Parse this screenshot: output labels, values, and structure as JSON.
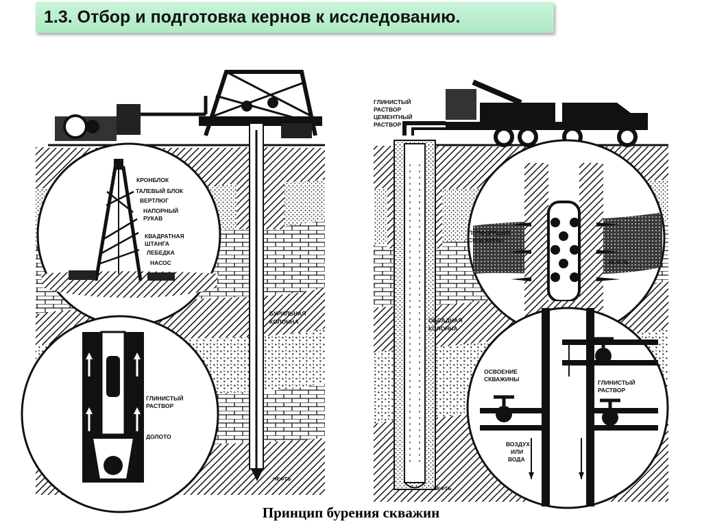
{
  "slide": {
    "title": "1.3. Отбор и подготовка кернов к исследованию.",
    "caption": "Принцип бурения скважин"
  },
  "left_figure": {
    "labels": {
      "kronblok": "КРОНБЛОК",
      "talevy_blok": "ТАЛЕВЫЙ БЛОК",
      "vertlyug": "ВЕРТЛЮГ",
      "naporny_1": "НАПОРНЫЙ",
      "naporny_2": "РУКАВ",
      "kvadrat_1": "КВАДРАТНАЯ",
      "kvadrat_2": "ШТАНГА",
      "lebedka": "ЛЕБЕДКА",
      "nasos": "НАСОС",
      "buril_1": "БУРИЛЬНАЯ",
      "buril_2": "КОЛОННА",
      "glin_1": "ГЛИНИСТЫЙ",
      "glin_2": "РАСТВОР",
      "doloto": "ДОЛОТО",
      "neft": "НЕФТЬ"
    }
  },
  "right_figure": {
    "labels": {
      "top_1": "ГЛИНИСТЫЙ",
      "top_2": "РАСТВОР",
      "top_3": "ЦЕМЕНТНЫЙ",
      "top_4": "РАСТВОР",
      "perf_1": "ПЕРФОРАЦИЯ",
      "perf_2": "СКВАЖИНЫ",
      "neft_zone": "НЕФТЬ",
      "obs_1": "ОБСАДНАЯ",
      "obs_2": "КОЛОННА",
      "osv_1": "ОСВОЕНИЕ",
      "osv_2": "СКВАЖИНЫ",
      "glin_1": "ГЛИНИСТЫЙ",
      "glin_2": "РАСТВОР",
      "air_1": "ВОЗДУХ",
      "air_2": "ИЛИ",
      "air_3": "ВОДА",
      "neft_bottom": "НЕФТЬ"
    }
  }
}
